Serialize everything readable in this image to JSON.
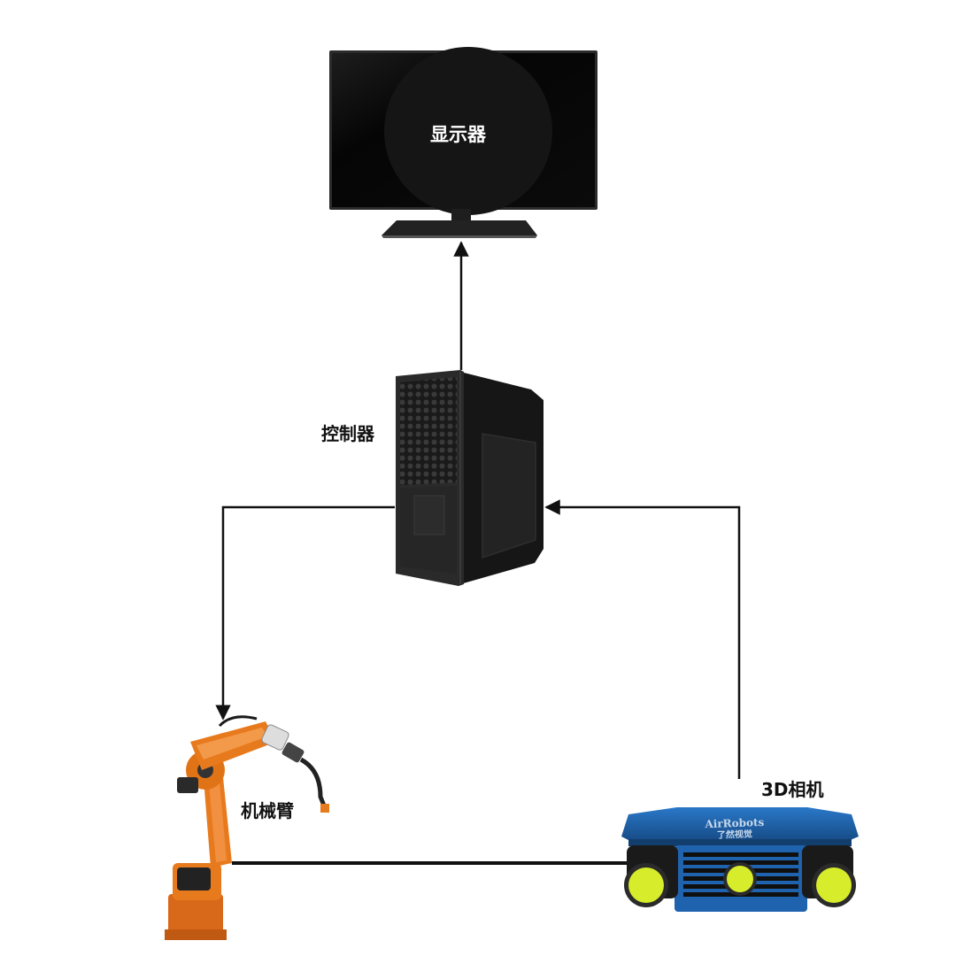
{
  "nodes": {
    "monitor": {
      "label": "显示器",
      "icon": "monitor-icon",
      "screen_color": "#0a0a0a"
    },
    "controller": {
      "label": "控制器",
      "icon": "pc-tower-icon",
      "body_color": "#1c1c1c"
    },
    "robot_arm": {
      "label": "机械臂",
      "icon": "robot-arm-icon",
      "body_color": "#e87a1e"
    },
    "camera": {
      "label": "3D相机",
      "icon": "3d-camera-icon",
      "body_color": "#1e5fa8",
      "lens_color": "#d7ec2a",
      "brand_text": "AirRobots",
      "brand_subtext": "了然视觉"
    }
  },
  "connections": [
    {
      "from": "controller",
      "to": "monitor",
      "arrow": "to"
    },
    {
      "from": "controller",
      "to": "robot_arm",
      "arrow": "to"
    },
    {
      "from": "camera",
      "to": "controller",
      "arrow": "to"
    },
    {
      "from": "robot_arm",
      "to": "camera",
      "arrow": "none"
    }
  ]
}
